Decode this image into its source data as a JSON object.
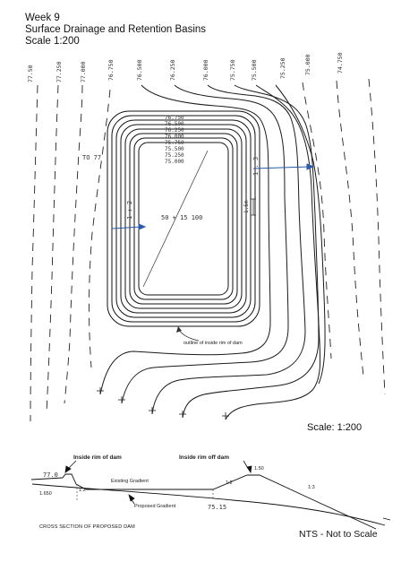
{
  "header": {
    "week": "Week  9",
    "title": "Surface Drainage and Retention Basins",
    "scale": "Scale 1:200"
  },
  "contours": {
    "top_labels": [
      "77.50",
      "77.250",
      "77.000",
      "76.750",
      "76.500",
      "76.250",
      "76.000",
      "75.750",
      "75.500",
      "75.250",
      "75.000",
      "74.750"
    ],
    "basin_labels": [
      "76.750",
      "76.500",
      "76.250",
      "76.000",
      "75.750",
      "75.500",
      "75.250",
      "75.000"
    ]
  },
  "annotations": {
    "to_77": "TO 77",
    "slope_1_2": "1 : 2",
    "slope_1_3": "1 : 3",
    "floor_level": "50 + 15 100",
    "depth": "1.5m",
    "rim_note": "outline of inside rim of dam"
  },
  "plan_scale": "Scale: 1:200",
  "cross_section": {
    "inside_rim_left": "Inside rim of dam",
    "inside_rim_right": "Inside rim off dam",
    "existing_gradient": "Existing Gradient",
    "proposed_gradient": "Proposed Gradient",
    "left_level": "77.0",
    "left_dim": "1.650",
    "right_dim": "1.50",
    "slope_left": "1:2",
    "slope_mid": "1:2",
    "slope_right": "1:3",
    "bottom_level": "75.15",
    "caption": "CROSS SECTION OF PROPOSED DAM",
    "nts": "NTS - Not to Scale"
  }
}
